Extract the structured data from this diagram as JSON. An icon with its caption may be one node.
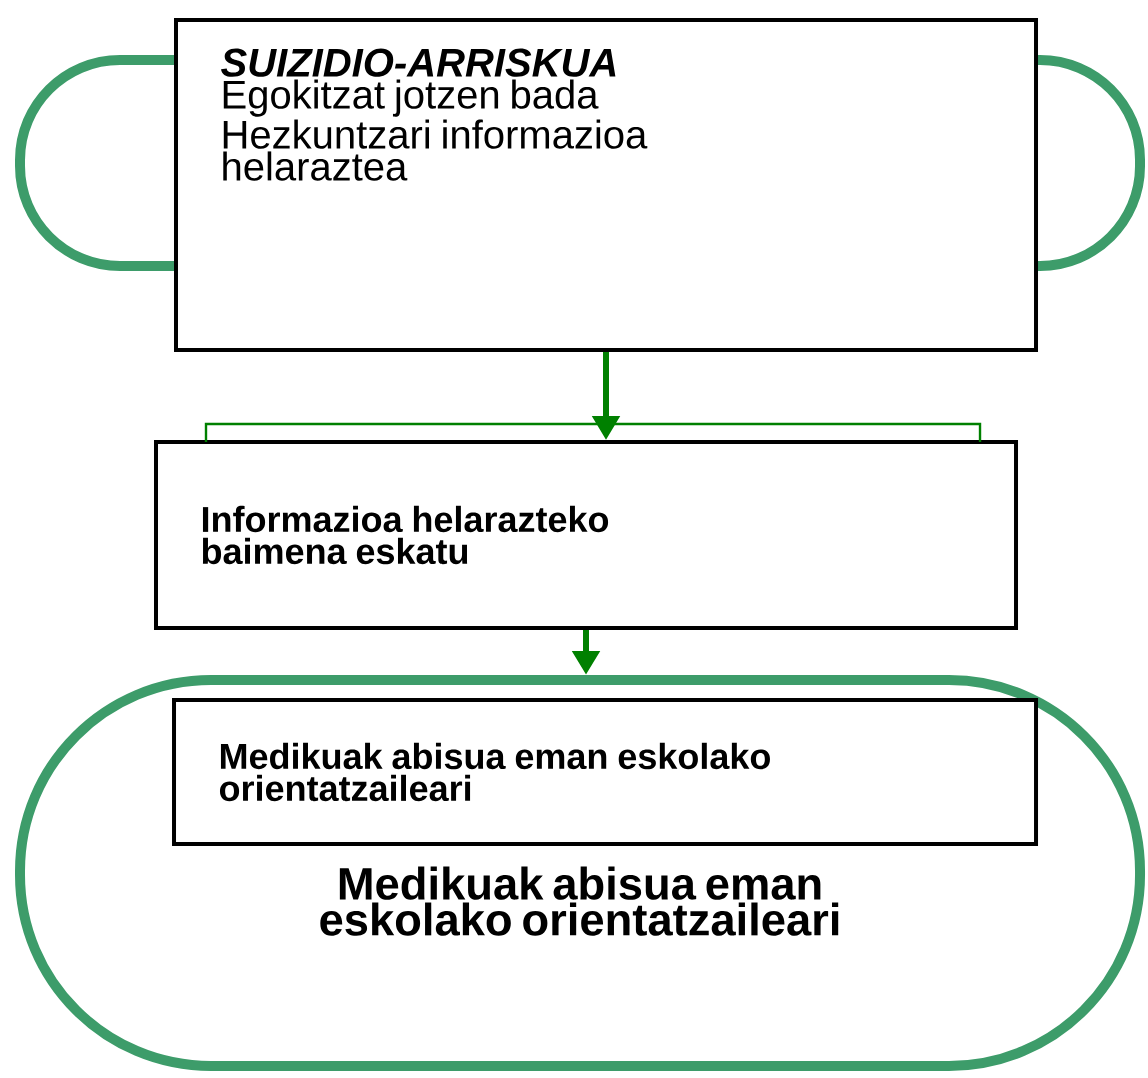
{
  "diagram": {
    "nodes": [
      {
        "text": [
          "SUIZIDIO-ARRISKUA",
          "Egokitzat jotzen bada",
          "Hezkuntzari informazioa helaraztea"
        ]
      },
      {
        "text": [
          "Informazioa helarazteko baimena eskatu"
        ]
      },
      {
        "text": [
          "Medikuak abisua eman eskolako orientatzaileari"
        ]
      },
      {
        "text": [
          "Medikuak abisua eman eskolako orientatzaileari"
        ],
        "in": 2
      }
    ],
    "edges": [
      {
        "from": 0,
        "to": 1,
        "arrow": "to"
      },
      {
        "from": 1,
        "to": 2,
        "arrow": "to"
      }
    ]
  }
}
